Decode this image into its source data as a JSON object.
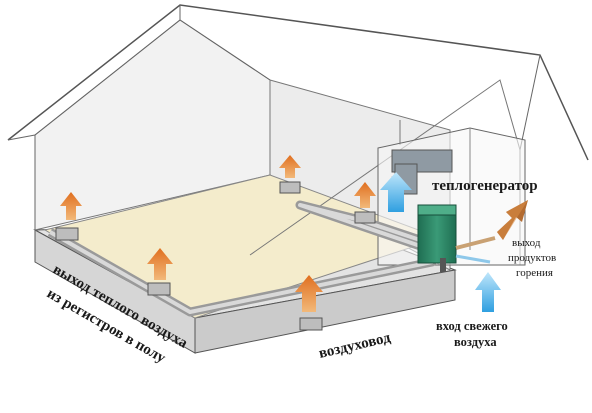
{
  "labels": {
    "heat_generator": "теплогенератор",
    "exhaust_line1": "выход",
    "exhaust_line2": "продуктов",
    "exhaust_line3": "горения",
    "fresh_air_line1": "вход свежего",
    "fresh_air_line2": "воздуха",
    "duct": "воздуховод",
    "warm_air_line1": "выход теплого воздуха",
    "warm_air_line2": "из регистров в полу"
  },
  "colors": {
    "floor": "#f4eccc",
    "wall": "#e2e2e2",
    "outline": "#555555",
    "warm_arrow": "#e3822e",
    "cold_arrow": "#3aa0d8",
    "exhaust_arrow": "#b06a2e",
    "generator": "#2f8a6a",
    "duct": "#b9b9b9"
  }
}
